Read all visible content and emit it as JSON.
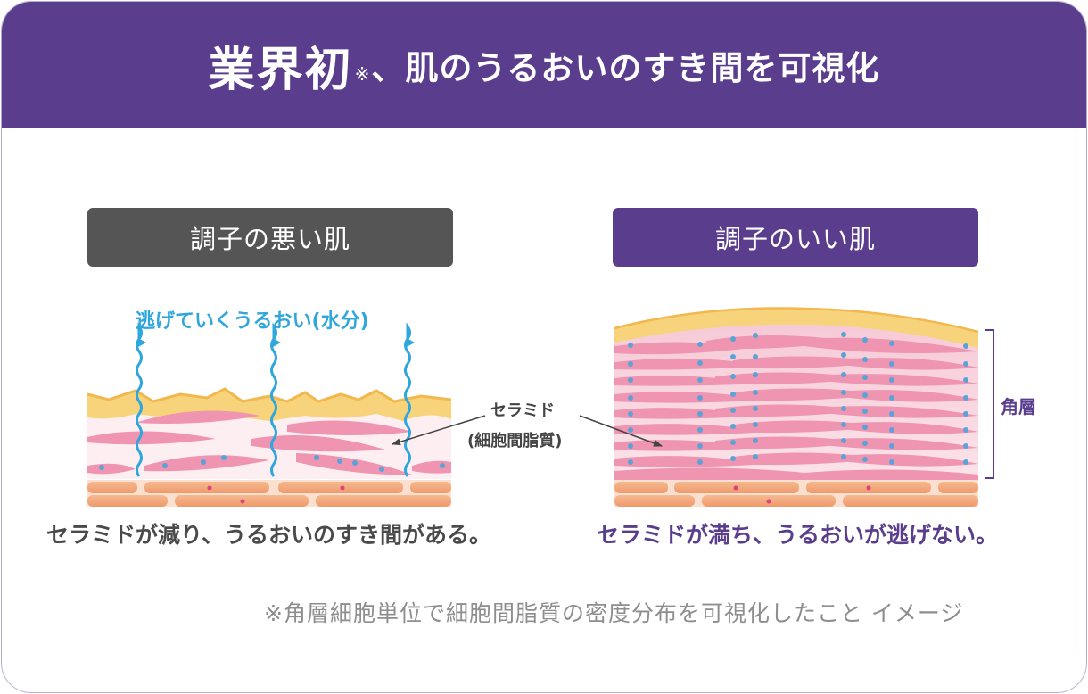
{
  "header": {
    "title_big": "業界初",
    "title_mark": "※",
    "title_rest": "、肌のうるおいのすき間を可視化"
  },
  "panels": {
    "bad": {
      "label": "調子の悪い肌",
      "caption": "セラミドが減り、うるおいのすき間がある。",
      "arrow_label": "逃げていくうるおい(水分)"
    },
    "good": {
      "label": "調子のいい肌",
      "caption": "セラミドが満ち、うるおいが逃げない。",
      "bracket_label": "角層"
    }
  },
  "callout": {
    "line1": "セラミド",
    "line2": "(細胞間脂質)"
  },
  "footnote": "※角層細胞単位で細胞間脂質の密度分布を可視化したこと イメージ",
  "colors": {
    "purple": "#5a3e8d",
    "dark_gray": "#555555",
    "water_blue": "#2fa6dc",
    "cell_pink": "#ef94b1",
    "skin_orange": "#f0a97a",
    "surface_yellow": "#f7d37b"
  }
}
